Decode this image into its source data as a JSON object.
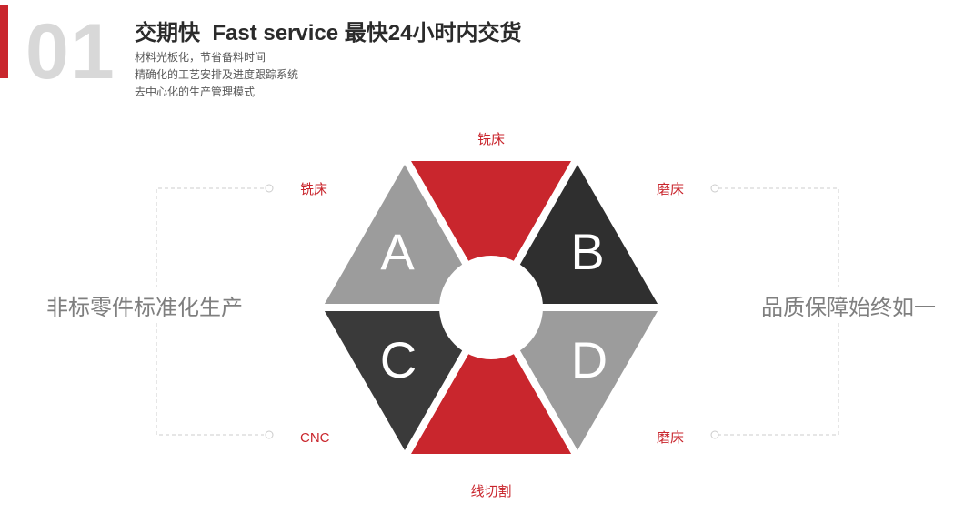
{
  "header": {
    "number": "01",
    "title": "交期快  Fast service 最快24小时内交货",
    "subtitles": [
      "材料光板化，节省备料时间",
      "精确化的工艺安排及进度跟踪系统",
      "去中心化的生产管理模式"
    ]
  },
  "sides": {
    "left": "非标零件标准化生产",
    "right": "品质保障始终如一"
  },
  "diagram": {
    "top_label": "铣床",
    "bottom_label": "线切割",
    "left_top_label": "铣床",
    "left_bottom_label": "CNC",
    "right_top_label": "磨床",
    "right_bottom_label": "磨床",
    "letters": {
      "a": "A",
      "b": "B",
      "c": "C",
      "d": "D"
    },
    "colors": {
      "red": "#c9262d",
      "dark": "#2f2f2f",
      "mid_dark": "#3a3a3a",
      "gray": "#9c9c9c",
      "label": "#c9262d",
      "dash": "#cccccc"
    }
  }
}
